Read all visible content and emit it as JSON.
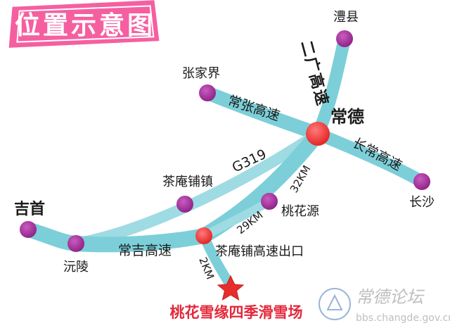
{
  "title": "位置示意图",
  "colors": {
    "road": "#7ccfd8",
    "road_light": "#b9e8ee",
    "town_dot": "#9a2a8e",
    "hub_dot": "#e82d2d",
    "star": "#e82d2d",
    "banner_bg": "#f55fa0",
    "banner_text": "#ffffff",
    "dest_text": "#e3283a"
  },
  "places": {
    "lixian": "澧县",
    "zhangjiajie": "张家界",
    "changde": "常德",
    "changsha": "长沙",
    "chaanpuzhen": "茶庵铺镇",
    "jishou": "吉首",
    "yuanling": "沅陵",
    "taohuayuan": "桃花源",
    "chaanpu_exit": "茶庵铺高速出口"
  },
  "roads": {
    "erguang": "二广高速",
    "changzhang": "常张高速",
    "changchang": "长常高速",
    "g319": "G319",
    "changji": "常吉高速"
  },
  "distances": {
    "d32": "32KM",
    "d29": "29KM",
    "d2": "2KM"
  },
  "destination": "桃花雪缘四季滑雪场",
  "watermark": {
    "name": "常德论坛",
    "url": "bbs.changde.gov.cn"
  }
}
